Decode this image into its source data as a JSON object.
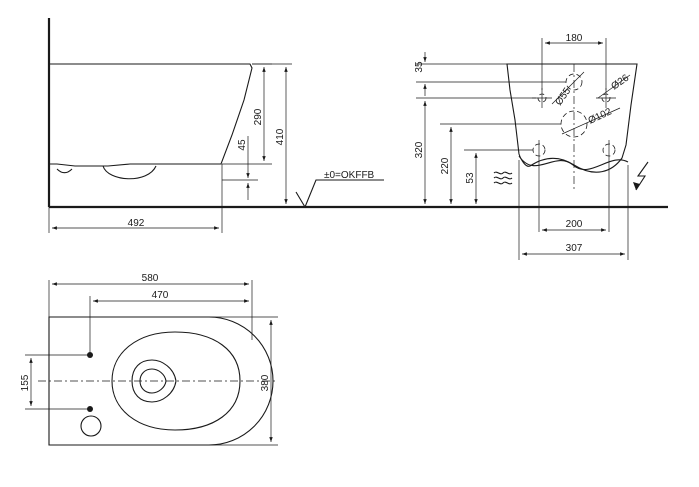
{
  "side_view": {
    "dim_width": "492",
    "dim_height_top": "290",
    "dim_height_total": "410",
    "dim_outlet": "45",
    "floor_ref": "±0=OKFFB"
  },
  "rear_view": {
    "dim_holes_spacing": "180",
    "dim_top_offset": "35",
    "dim_small_hole": "Ø26",
    "dim_hole_55": "Ø55",
    "dim_outlet_dia": "Ø102",
    "dim_outlet_height": "320",
    "dim_inlet_height": "220",
    "dim_inlet_low": "53",
    "dim_bolts": "200",
    "dim_base": "307"
  },
  "top_view": {
    "dim_length": "580",
    "dim_bolt_length": "470",
    "dim_width": "380",
    "dim_bolt_spacing": "155"
  }
}
